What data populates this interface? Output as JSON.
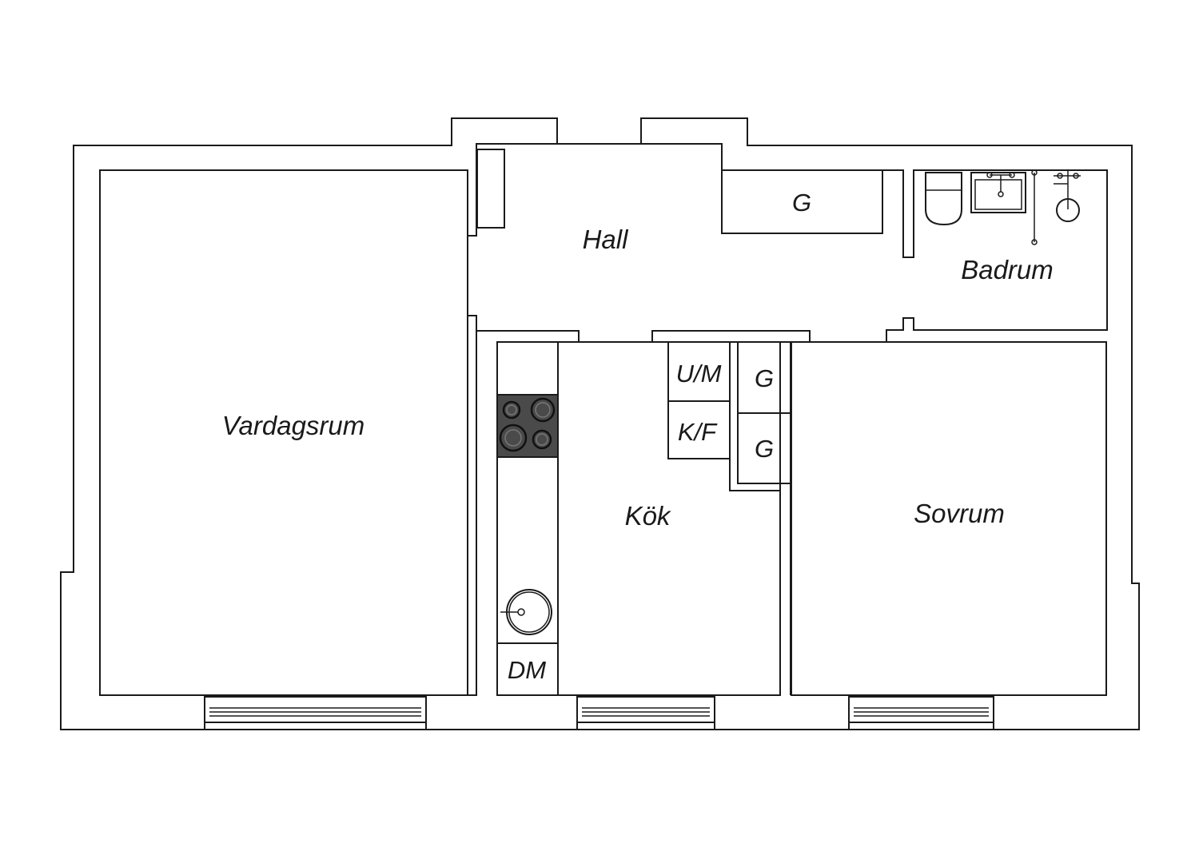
{
  "rooms": {
    "hall": "Hall",
    "badrum": "Badrum",
    "vardagsrum": "Vardagsrum",
    "kok": "Kök",
    "sovrum": "Sovrum"
  },
  "fixtures": {
    "closet_hall": "G",
    "um": "U/M",
    "kf": "K/F",
    "closet_1": "G",
    "closet_2": "G",
    "dm": "DM"
  },
  "colors": {
    "line": "#1a1a1a",
    "stove": "#4a4a4a"
  }
}
